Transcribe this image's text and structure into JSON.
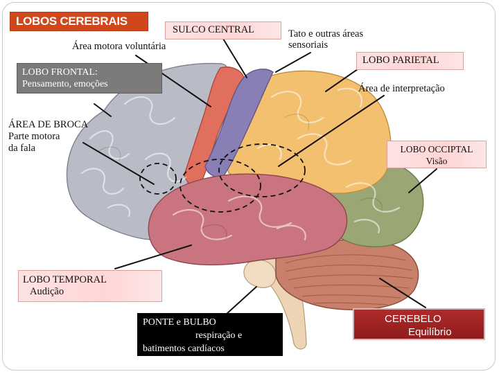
{
  "title": "LOBOS CEREBRAIS",
  "labels": {
    "sulco_central": "SULCO CENTRAL",
    "tato_1": "Tato e outras áreas",
    "tato_2": "sensoriais",
    "area_motora": "Área motora voluntária",
    "lobo_frontal_1": "LOBO FRONTAL:",
    "lobo_frontal_2": "Pensamento, emoções",
    "lobo_parietal": "LOBO PARIETAL",
    "area_interpretacao": "Área de interpretação",
    "broca_1": "ÁREA DE BROCA",
    "broca_2": "Parte motora",
    "broca_3": "da fala",
    "lobo_occiptal_1": "LOBO OCCIPTAL",
    "lobo_occiptal_2": "Visão",
    "lobo_temporal_1": "LOBO TEMPORAL",
    "lobo_temporal_2": "Audição",
    "ponte_1": "PONTE e BULBO",
    "ponte_2": "respiração e",
    "ponte_3": "batimentos cardíacos",
    "cerebelo_1": "CEREBELO",
    "cerebelo_2": "Equilíbrio"
  },
  "colors": {
    "title_bg": "#d0471b",
    "frontal": "#b9bcc6",
    "motor": "#e0705d",
    "sensory": "#8a7fb5",
    "parietal": "#f3c070",
    "occipital": "#9aa775",
    "temporal": "#c9747f",
    "cerebellum": "#c9806a",
    "brainstem": "#ecd4b4",
    "label_pink": "#ffd9d9",
    "label_gray": "#7d7a7a",
    "label_black": "#000000",
    "label_red": "#9c1f1f"
  }
}
